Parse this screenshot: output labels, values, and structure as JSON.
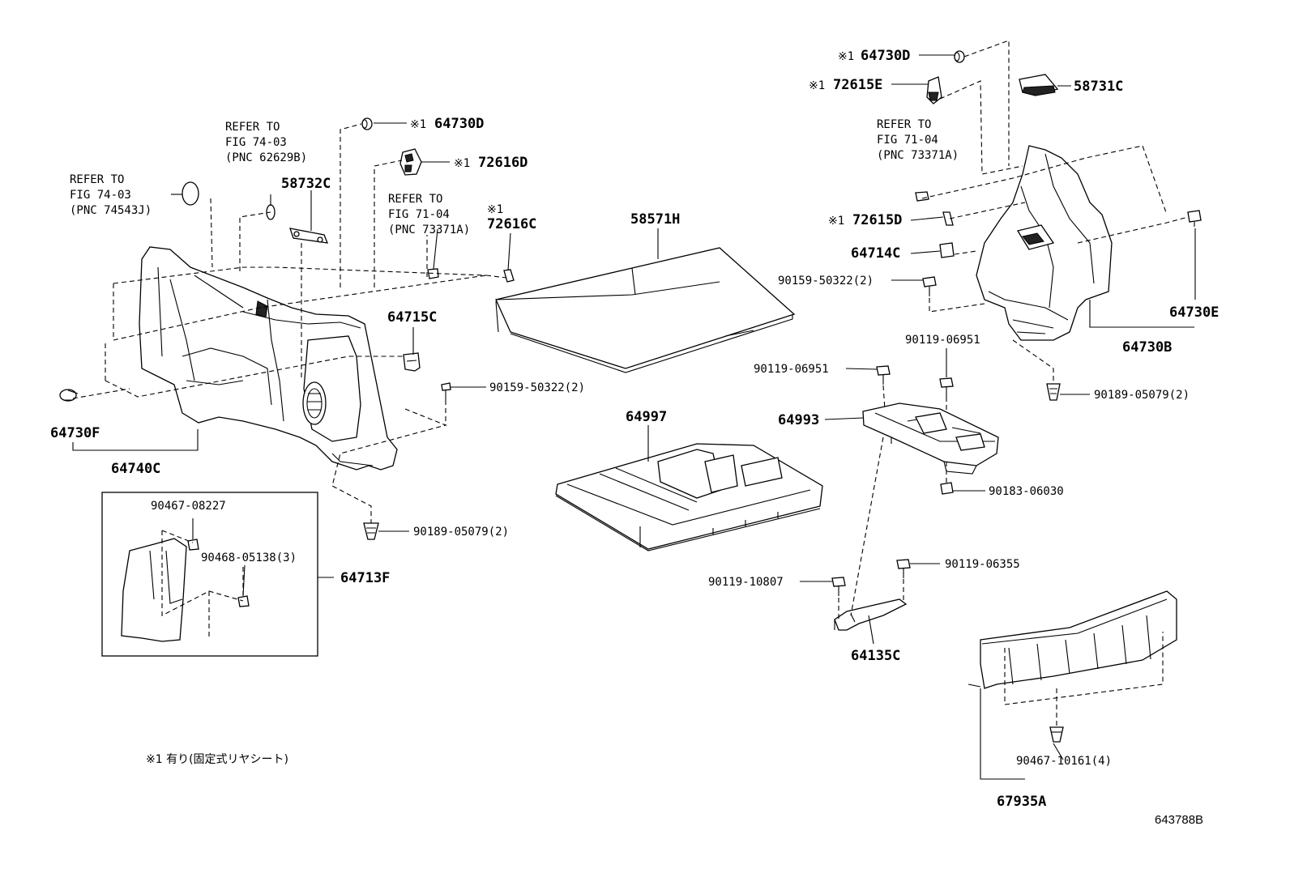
{
  "mark": "※1",
  "parts": {
    "p64730D_top": "64730D",
    "p72615E": "72615E",
    "p58731C": "58731C",
    "p72615D": "72615D",
    "p64714C": "64714C",
    "p90159_right": "90159-50322(2)",
    "p64730E": "64730E",
    "p64730B": "64730B",
    "p90119_06951_a": "90119-06951",
    "p90119_06951_b": "90119-06951",
    "p90189_right": "90189-05079(2)",
    "p64993": "64993",
    "p90183": "90183-06030",
    "p64730D_left": "64730D",
    "p72616D": "72616D",
    "p58732C": "58732C",
    "p72616C": "72616C",
    "p58571H": "58571H",
    "p64715C": "64715C",
    "p90159_left": "90159-50322(2)",
    "p64730F": "64730F",
    "p64740C": "64740C",
    "p64997": "64997",
    "p90189_left": "90189-05079(2)",
    "p90467_08227": "90467-08227",
    "p90468": "90468-05138(3)",
    "p64713F": "64713F",
    "p90119_10807": "90119-10807",
    "p90119_06355": "90119-06355",
    "p64135C": "64135C",
    "p90467_10161": "90467-10161(4)",
    "p67935A": "67935A"
  },
  "refs": {
    "r1": [
      "REFER TO",
      "FIG 74-03",
      "(PNC 74543J)"
    ],
    "r2": [
      "REFER TO",
      "FIG 74-03",
      "(PNC 62629B)"
    ],
    "r3": [
      "REFER TO",
      "FIG 71-04",
      "(PNC 73371A)"
    ],
    "r4": [
      "REFER TO",
      "FIG 71-04",
      "(PNC 73371A)"
    ]
  },
  "footnote": "※1 有り(固定式リヤシート)",
  "drawing_number": "643788B"
}
